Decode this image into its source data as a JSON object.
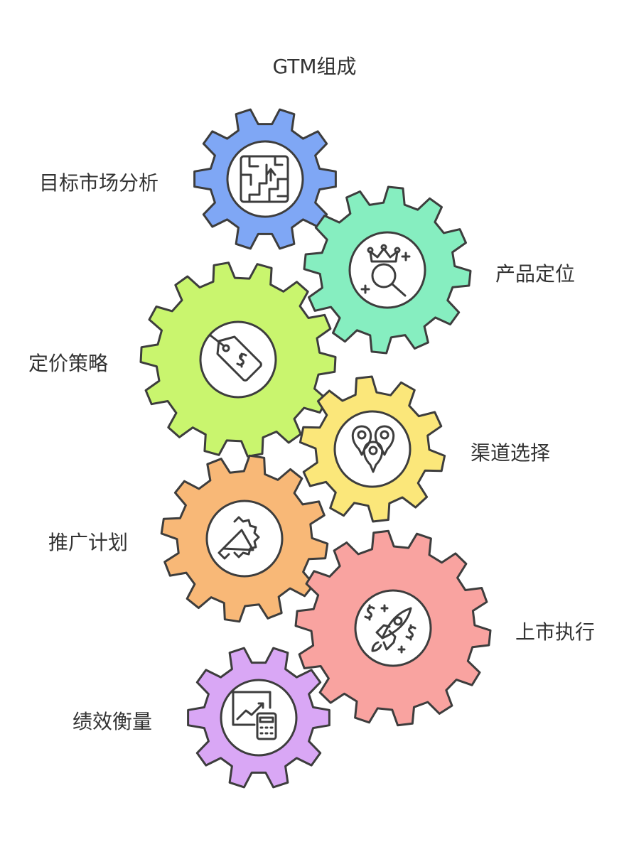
{
  "title": "GTM组成",
  "steps": [
    {
      "label": "目标市场分析",
      "color": "#7fa7f5",
      "icon": "maze-icon"
    },
    {
      "label": "产品定位",
      "color": "#86eec0",
      "icon": "crown-magnifier-icon"
    },
    {
      "label": "定价策略",
      "color": "#c9f56e",
      "icon": "price-tag-icon"
    },
    {
      "label": "渠道选择",
      "color": "#fbe77a",
      "icon": "location-pins-icon"
    },
    {
      "label": "推广计划",
      "color": "#f8b877",
      "icon": "megaphone-icon"
    },
    {
      "label": "上市执行",
      "color": "#f9a3a0",
      "icon": "rocket-icon"
    },
    {
      "label": "绩效衡量",
      "color": "#d9a7f5",
      "icon": "chart-calculator-icon"
    }
  ]
}
